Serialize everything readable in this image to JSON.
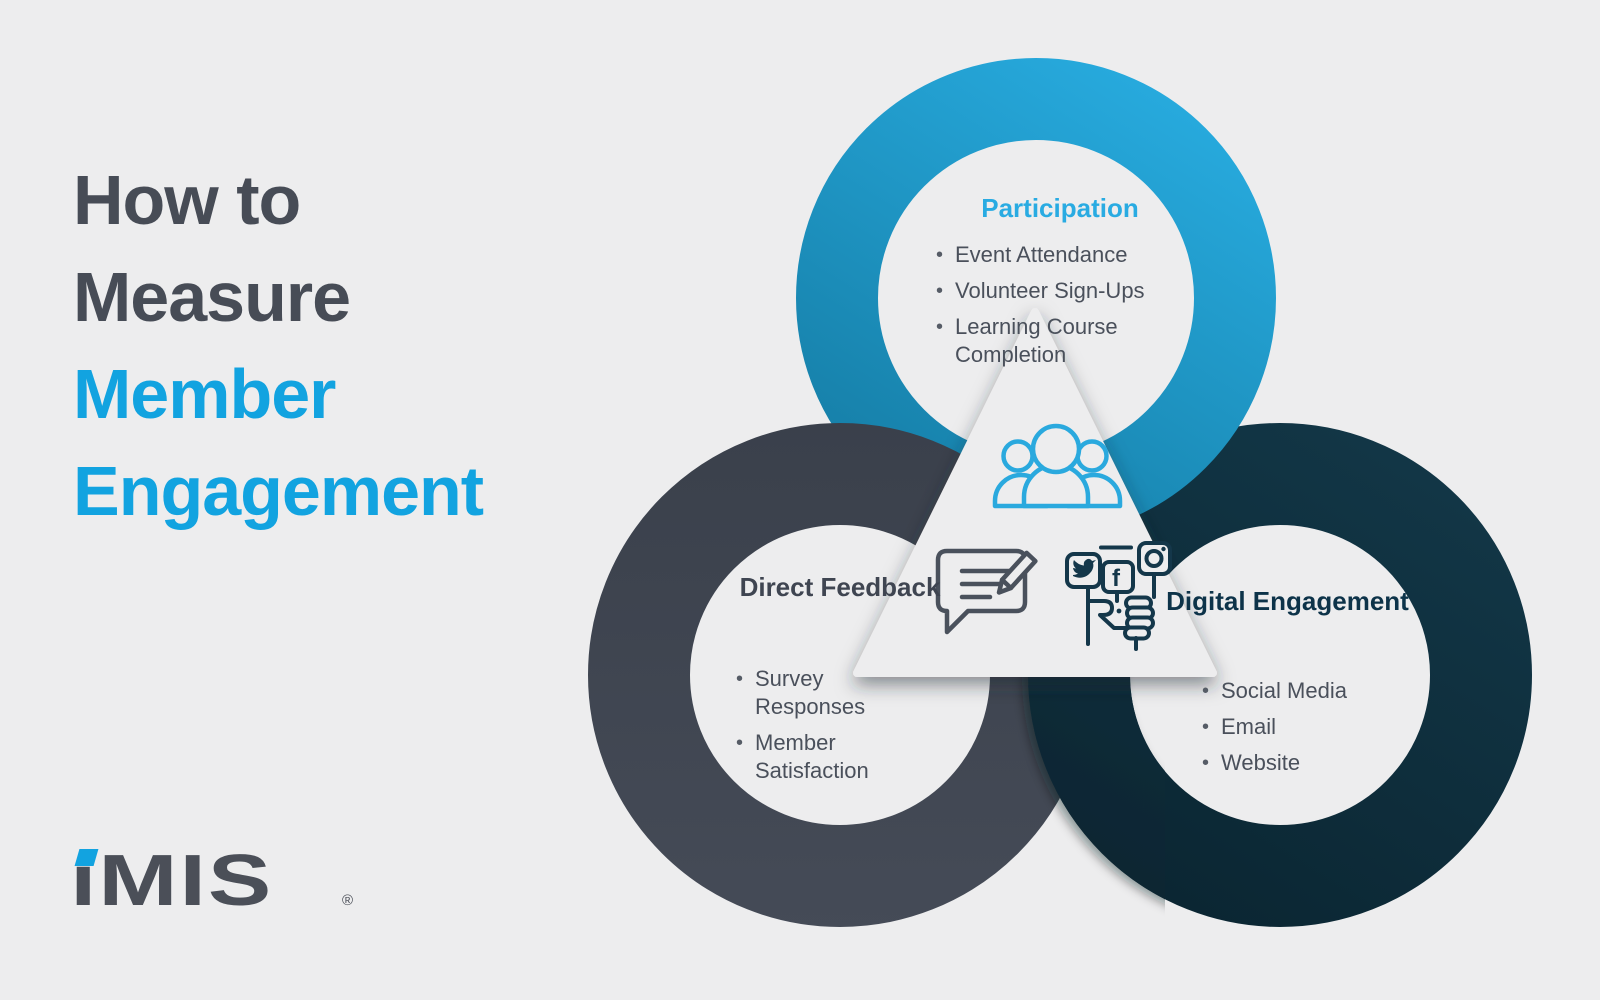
{
  "colors": {
    "background": "#EDEDEE",
    "accent_blue": "#12A3E0",
    "title_dark": "#474C56",
    "body_text": "#4A505B",
    "bullet_dot": "#565C66",
    "participation_label": "#29ABE2",
    "direct_feedback_label": "#3F4551",
    "digital_engagement_label": "#0D3349",
    "ring_blue_light": "#28ACE0",
    "ring_blue_dark": "#13789F",
    "ring_gray_light": "#454B57",
    "ring_gray_dark": "#3A404B",
    "ring_navy_light": "#123646",
    "ring_navy_dark": "#0A2430",
    "icon_people": "#2AA9DE",
    "icon_feedback": "#4A515C",
    "icon_social": "#14374A",
    "logo_color": "#4B4F58"
  },
  "title": {
    "prefix_lines": [
      "How to",
      "Measure"
    ],
    "highlight_lines": [
      "Member",
      "Engagement"
    ]
  },
  "circles": {
    "participation": {
      "label": "Participation",
      "items": [
        "Event Attendance",
        "Volunteer Sign-Ups",
        "Learning Course Completion"
      ]
    },
    "direct_feedback": {
      "label": "Direct Feedback",
      "items": [
        "Survey Responses",
        "Member Satisfaction"
      ]
    },
    "digital_engagement": {
      "label": "Digital Engagement",
      "items": [
        "Social Media",
        "Email",
        "Website"
      ]
    }
  },
  "icons": {
    "members": "members-group-icon",
    "feedback": "feedback-note-icon",
    "social": "social-media-hand-icon",
    "facebook_letter": "f"
  },
  "logo": {
    "full_text": "iMIS",
    "stem_glyph": "ı",
    "rest": "MIS",
    "registered_mark": "®"
  }
}
